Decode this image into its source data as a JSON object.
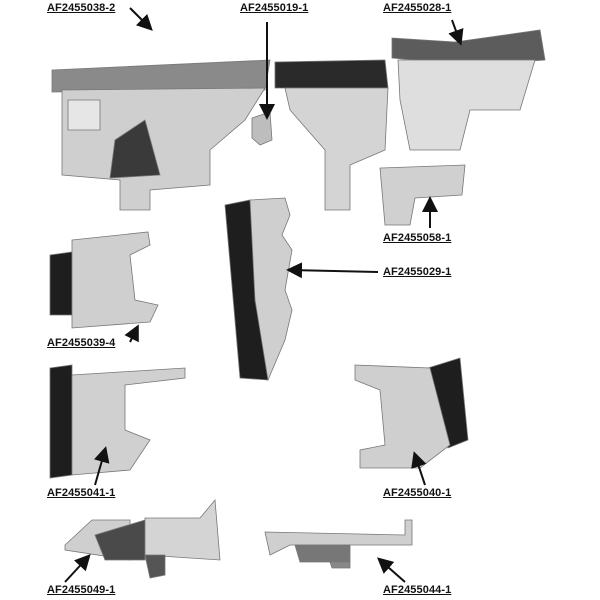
{
  "labels": {
    "p038": "AF2455038-2",
    "p019": "AF2455019-1",
    "p028": "AF2455028-1",
    "p058": "AF2455058-1",
    "p029": "AF2455029-1",
    "p039": "AF2455039-4",
    "p041": "AF2455041-1",
    "p040": "AF2455040-1",
    "p049": "AF2455049-1",
    "p044": "AF2455044-1"
  },
  "colors": {
    "metal": "#c9c9c9",
    "metal_dark": "#9a9a9a",
    "rubber": "#1c1c1c",
    "label": "#111111"
  }
}
